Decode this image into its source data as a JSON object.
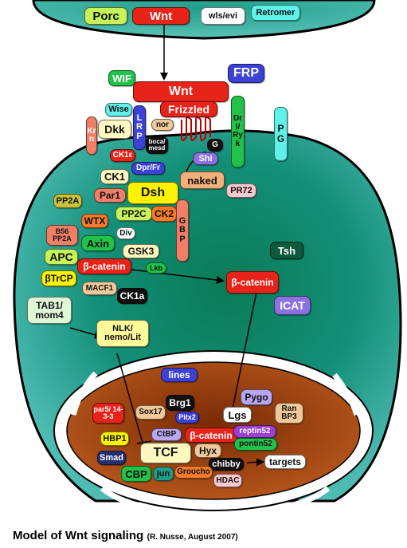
{
  "caption": {
    "title": "Model of Wnt signaling",
    "credit": "(R. Nusse, August 2007)"
  },
  "colors": {
    "red": "#e8231a",
    "yellow": "#fdf200",
    "lime": "#c7f25a",
    "green": "#22c24a",
    "orange": "#f57a2c",
    "salmon": "#f07f68",
    "pink": "#f7c9cf",
    "cyan": "#5ff2ea",
    "blue": "#3c42d6",
    "violet": "#8c72e0",
    "lavender": "#b7a6f0",
    "dark": "#101010",
    "cell": "#1e9f8d",
    "nucleus": "#9a3d0e"
  },
  "labels": {
    "porc": "Porc",
    "wnt_top": "Wnt",
    "wls": "wls/evi",
    "retromer": "Retromer",
    "wif": "WIF",
    "wnt_mem": "Wnt",
    "frp": "FRP",
    "frizzled": "Frizzled",
    "wise": "Wise",
    "lrp": "LRP",
    "krn": "Krn",
    "dkk": "Dkk",
    "nor": "nor",
    "boca": "boca/ mesd",
    "drl": "Drl/ Ryk",
    "pg": "PG",
    "g": "G",
    "shi": "Shi",
    "ck1e": "CK1ε",
    "dprfr": "Dpr/Fr",
    "ck1": "CK1",
    "naked": "naked",
    "par1": "Par1",
    "dsh": "Dsh",
    "pr72": "PR72",
    "pp2a": "PP2A",
    "pp2c": "PP2C",
    "ck2": "CK2",
    "wtx": "WTX",
    "gbp": "GBP",
    "b56": "B56 PP2A",
    "div": "Div",
    "axin": "Axin",
    "gsk3": "GSK3",
    "apc": "APC",
    "bcat1": "β-catenin",
    "lkb": "Lkb",
    "tsh": "Tsh",
    "btrcp": "βTrCP",
    "bcat2": "β-catenin",
    "macf1": "MACF1",
    "ck1a": "CK1a",
    "icat": "ICAT",
    "tab1": "TAB1/ mom4",
    "nlk": "NLK/ nemo/Lit",
    "lines": "lines",
    "pygo": "Pygo",
    "brg1": "Brg1",
    "par5": "par5/ 14-3-3",
    "sox17": "Sox17",
    "pitx2": "Pitx2",
    "lgs": "Lgs",
    "ranbp3": "Ran BP3",
    "ctbp": "CtBP",
    "bcat3": "β-catenin",
    "reptin": "reptin52",
    "hbp1": "HBP1",
    "pontin": "pontin52",
    "tcf": "TCF",
    "hyx": "Hyx",
    "smad": "Smad",
    "chibby": "chibby",
    "targets": "targets",
    "cbp": "CBP",
    "jun": "jun",
    "groucho": "Groucho",
    "hdac": "HDAC"
  }
}
